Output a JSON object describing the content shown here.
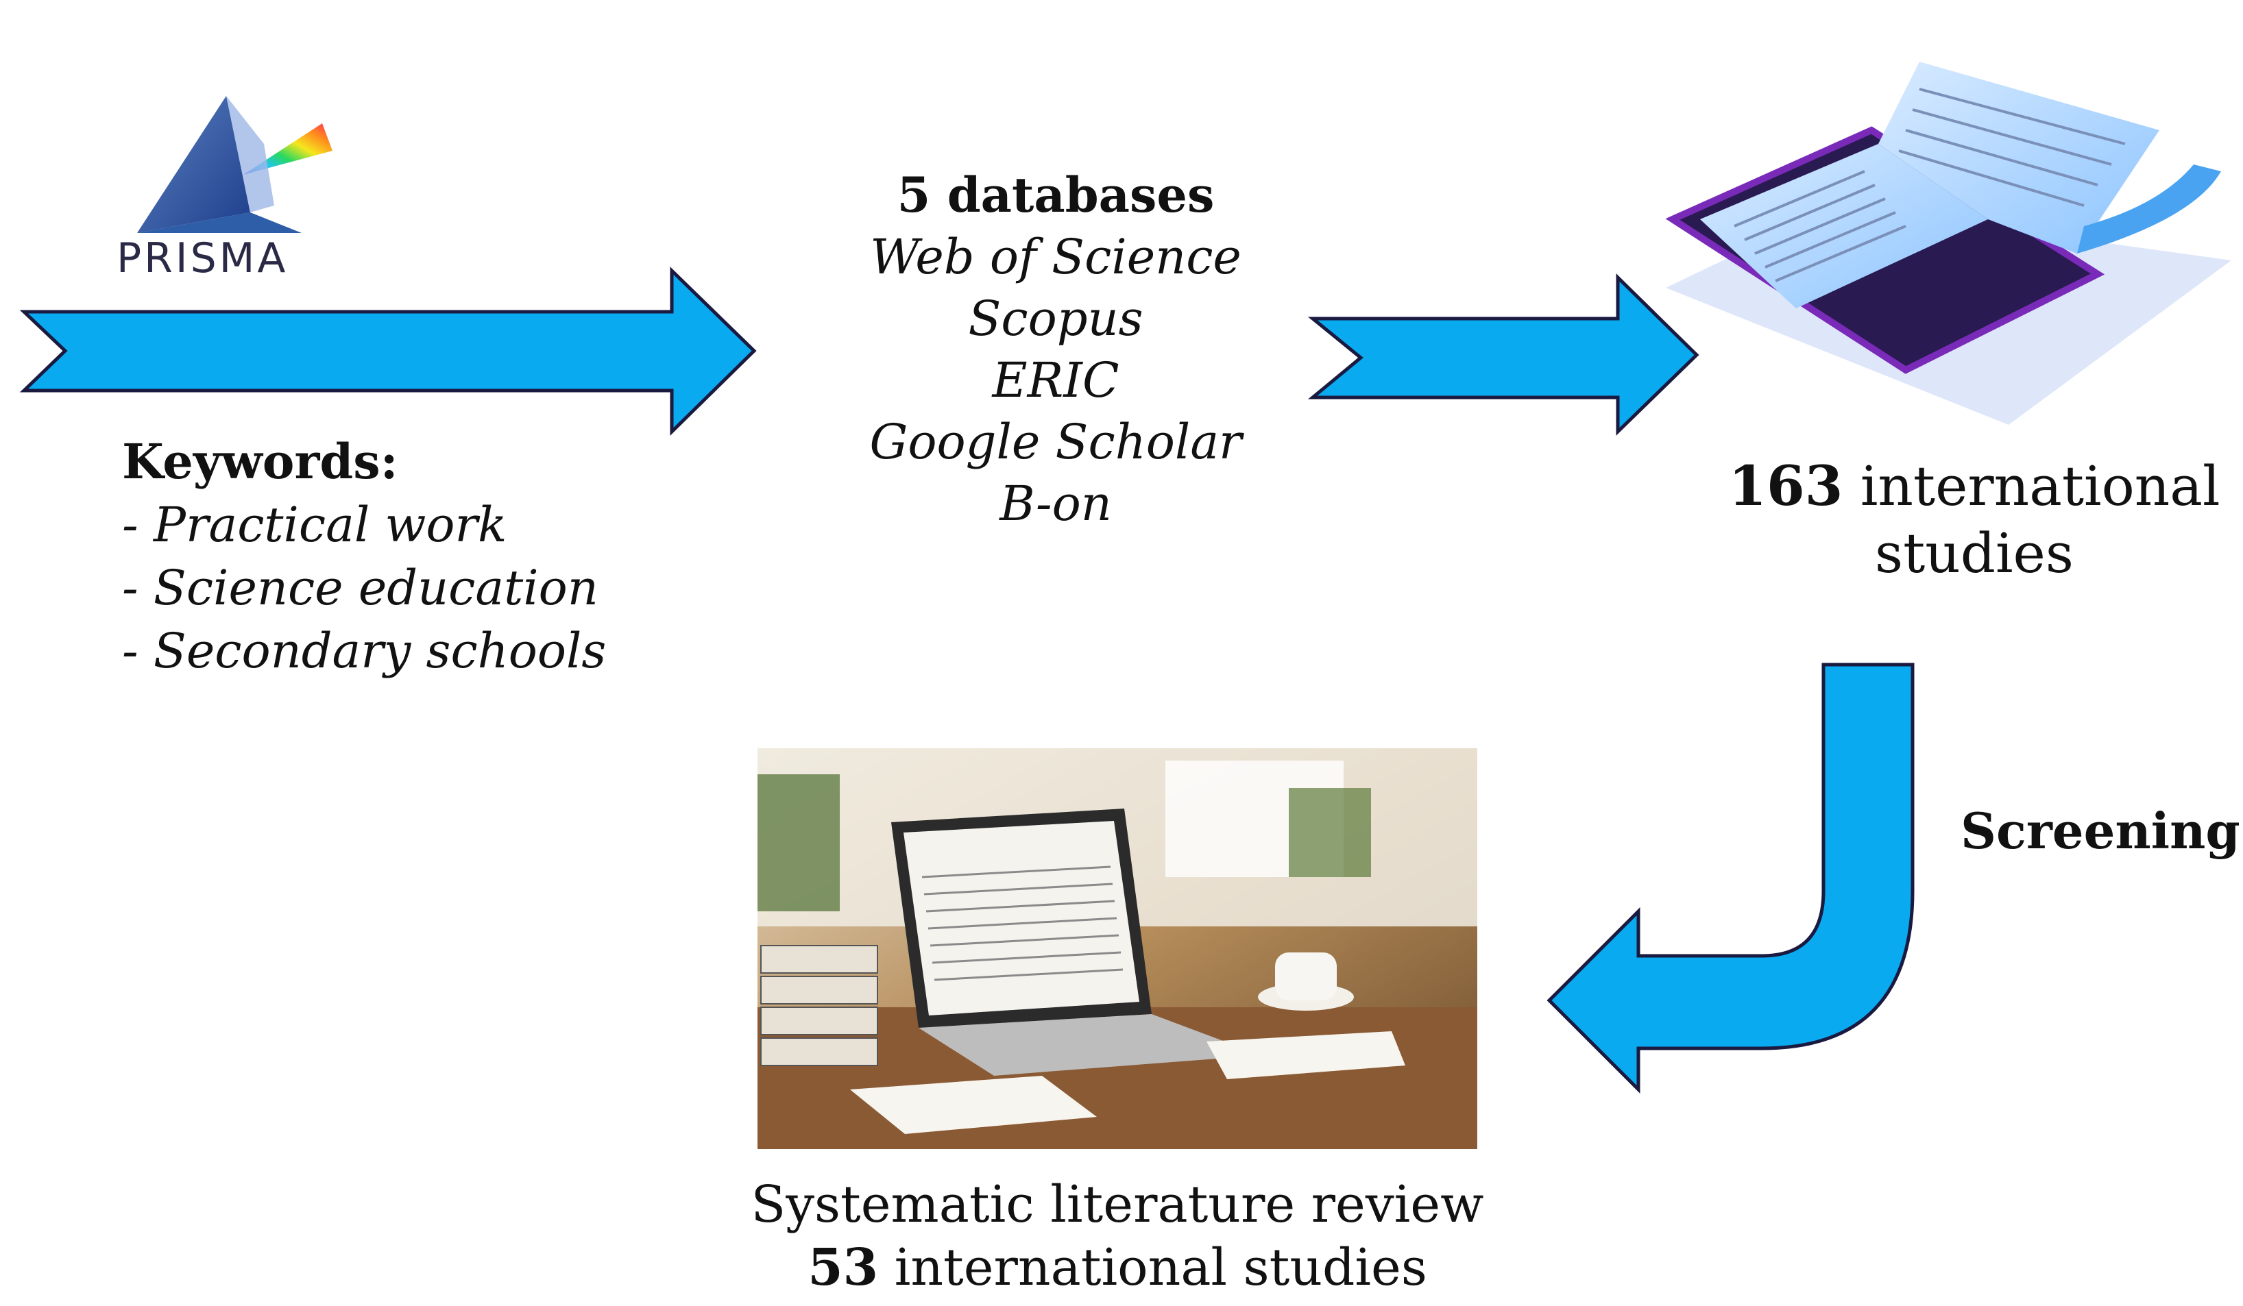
{
  "logo": {
    "label": "PRISMA",
    "icon": "prism-icon"
  },
  "keywords": {
    "title": "Keywords:",
    "items": [
      "- Practical work",
      "- Science education",
      "- Secondary schools"
    ]
  },
  "databases": {
    "title": "5 databases",
    "items": [
      "Web of Science",
      "Scopus",
      "ERIC",
      "Google Scholar",
      "B-on"
    ]
  },
  "identified": {
    "count": "163",
    "text": " international",
    "text2": "studies"
  },
  "screening": {
    "label": "Screening"
  },
  "result": {
    "line1": "Systematic literature review",
    "count": "53",
    "line2": " international studies"
  },
  "colors": {
    "arrow_fill": "#0aaaf0",
    "arrow_stroke": "#1a1a40"
  }
}
